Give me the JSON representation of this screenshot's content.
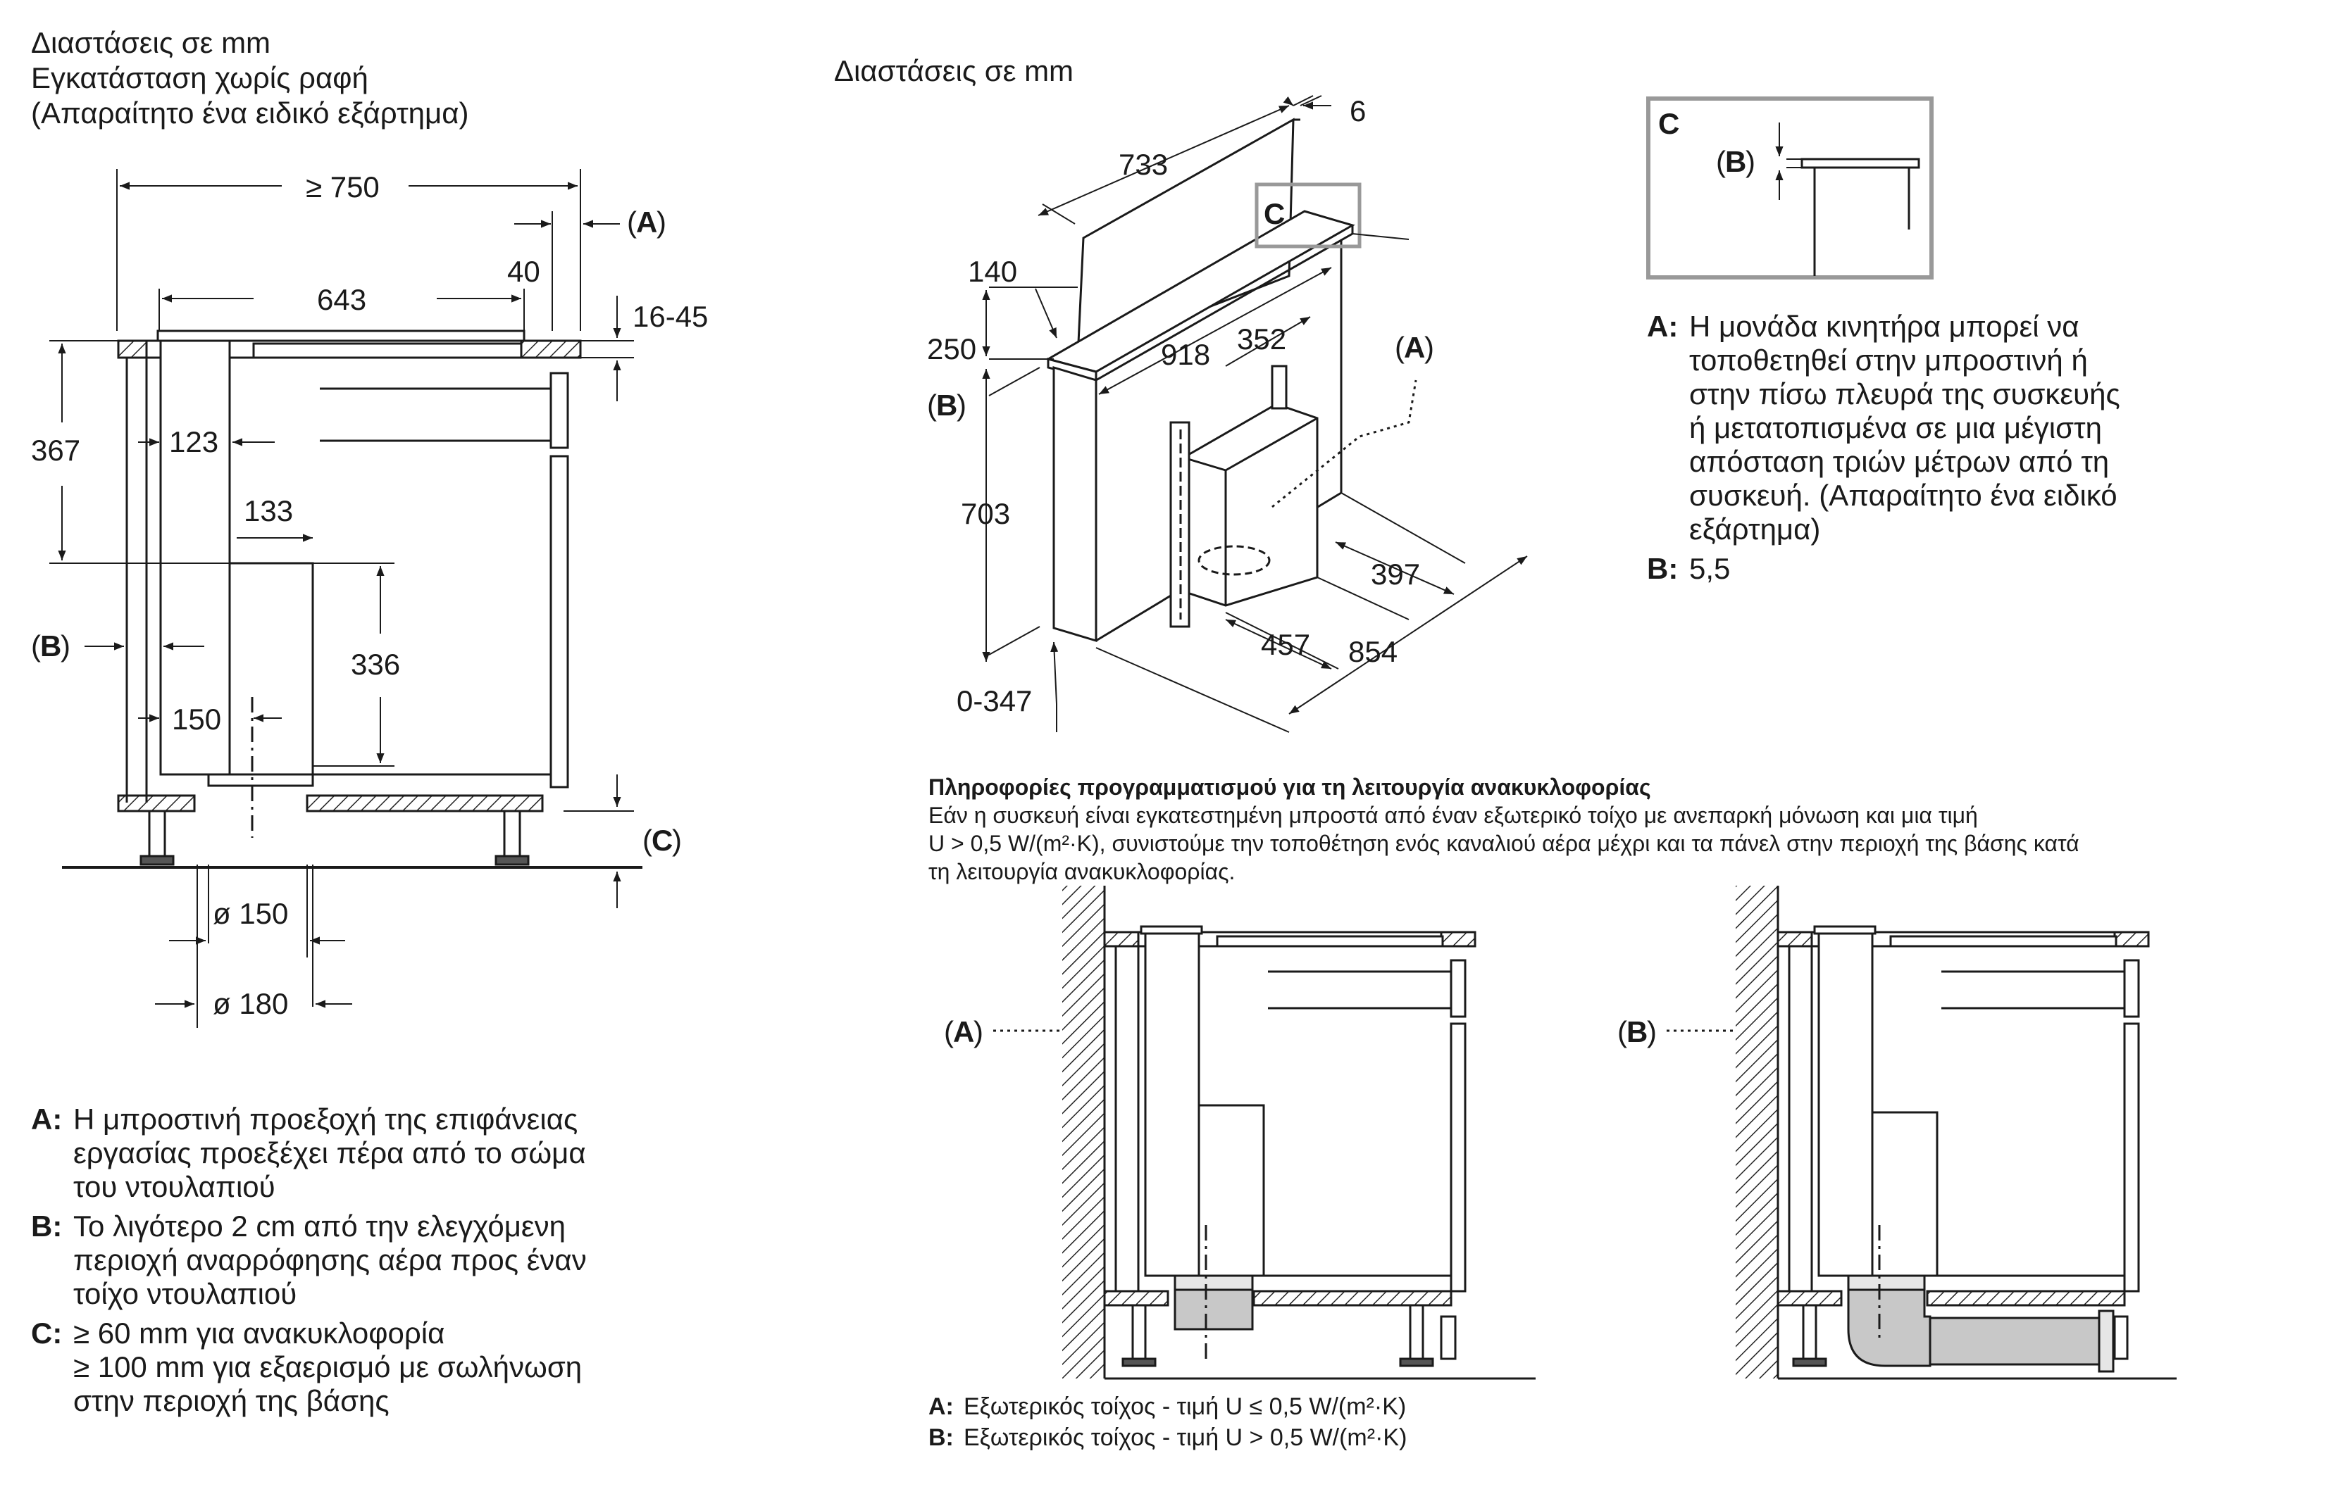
{
  "left": {
    "header": [
      "Διαστάσεις σε mm",
      "Εγκατάσταση χωρίς ραφή",
      "(Απαραίτητο ένα ειδικό εξάρτημα)"
    ],
    "dims": {
      "w750": "≥ 750",
      "w643": "643",
      "w40": "40",
      "a": "A",
      "h1645": "16-45",
      "h367": "367",
      "w123": "123",
      "w133": "133",
      "h336": "336",
      "b": "B",
      "w150": "150",
      "c": "C",
      "d150": "ø 150",
      "d180": "ø 180"
    },
    "legend": [
      {
        "key": "A:",
        "text": "Η μπροστινή προεξοχή της επιφάνειας\nεργασίας προεξέχει πέρα από το σώμα\nτου ντουλαπιού"
      },
      {
        "key": "B:",
        "text": "Το λιγότερο 2 cm από την ελεγχόμενη\nπεριοχή αναρρόφησης αέρα προς έναν\nτοίχο ντουλαπιού"
      },
      {
        "key": "C:",
        "text": "≥ 60 mm για ανακυκλοφορία\n≥ 100 mm για εξαερισμό με σωλήνωση\nστην περιοχή της βάσης"
      }
    ]
  },
  "middle": {
    "header": "Διαστάσεις σε mm",
    "dims": {
      "d6": "6",
      "d733": "733",
      "c": "C",
      "d140": "140",
      "d250": "250",
      "d918": "918",
      "d352": "352",
      "a": "A",
      "b": "B",
      "d703": "703",
      "d397": "397",
      "d457": "457",
      "d854": "854",
      "d0347": "0-347"
    }
  },
  "detail": {
    "label": "C",
    "b": "B"
  },
  "right": {
    "legend": [
      {
        "key": "A:",
        "text": "Η μονάδα κινητήρα μπορεί να\nτοποθετηθεί στην μπροστινή ή\nστην πίσω πλευρά της συσκευής\nή μετατοπισμένα σε μια μέγιστη\nαπόσταση τριών μέτρων από τη\nσυσκευή. (Απαραίτητο ένα ειδικό\nεξάρτημα)"
      },
      {
        "key": "B:",
        "text": "5,5"
      }
    ]
  },
  "programming": {
    "title": "Πληροφορίες προγραμματισμού για τη λειτουργία ανακυκλοφορίας",
    "lines": [
      "Εάν η συσκευή είναι εγκατεστημένη μπροστά από έναν εξωτερικό τοίχο με ανεπαρκή μόνωση και μια τιμή",
      "U > 0,5 W/(m²·K), συνιστούμε την τοποθέτηση ενός καναλιού αέρα μέχρι και τα πάνελ στην περιοχή της βάσης κατά",
      "τη λειτουργία ανακυκλοφορίας."
    ],
    "labelA": "A",
    "labelB": "B",
    "legend": [
      {
        "key": "A:",
        "text": "Εξωτερικός τοίχος - τιμή U ≤ 0,5 W/(m²·K)"
      },
      {
        "key": "B:",
        "text": "Εξωτερικός τοίχος - τιμή U > 0,5 W/(m²·K)"
      }
    ]
  }
}
